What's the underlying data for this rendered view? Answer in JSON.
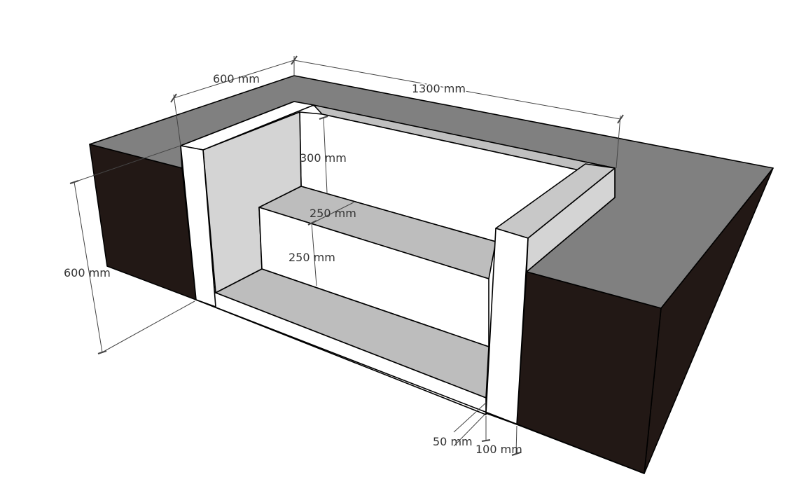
{
  "colors": {
    "top_surface": "#808080",
    "dark_face": "#221815",
    "inner_wall": "#d4d4d4",
    "step_top": "#bdbdbd",
    "panel": "#ffffff"
  },
  "dimensions": {
    "depth_top": "600 mm",
    "length": "1300 mm",
    "back_rest_height": "300 mm",
    "step_depth": "250 mm",
    "step_height": "250 mm",
    "total_height": "600 mm",
    "panel_offset": "50 mm",
    "panel_thickness": "100 mm"
  }
}
